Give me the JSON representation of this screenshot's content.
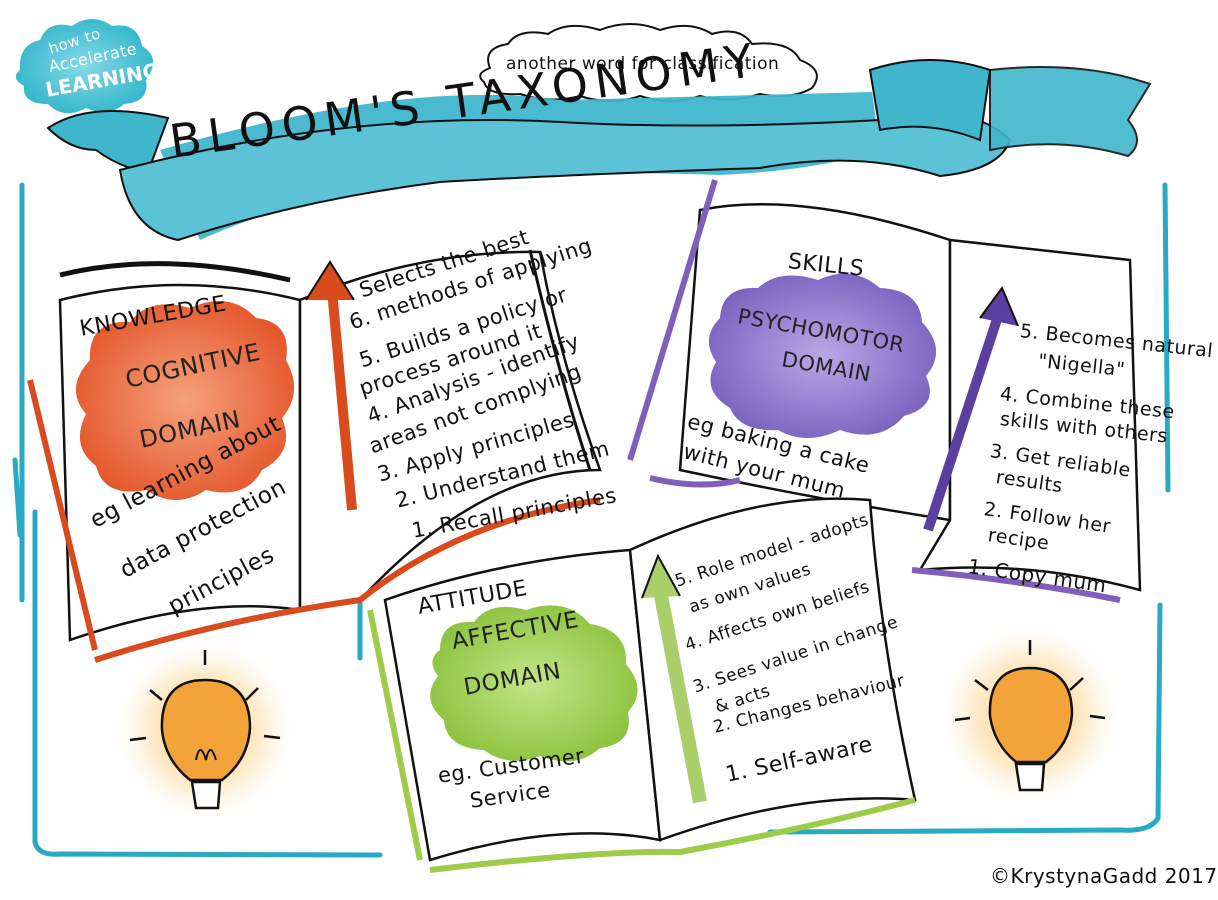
{
  "logo": {
    "line1": "how to",
    "line2": "Accelerate",
    "line3": "LEARNING"
  },
  "header": {
    "subtitle": "another word for classification",
    "title": "BLOOM'S TAXONOMY"
  },
  "cognitive": {
    "category": "KNOWLEDGE",
    "domain_line1": "COGNITIVE",
    "domain_line2": "DOMAIN",
    "example_line1": "eg learning about",
    "example_line2": "data protection",
    "example_line3": "principles",
    "steps": [
      "Selects the best",
      "6. methods of applying",
      "5. Builds a policy or",
      "process around it",
      "4. Analysis - identify",
      "areas not complying",
      "3. Apply principles",
      "2. Understand them",
      "1. Recall principles"
    ]
  },
  "psychomotor": {
    "category": "SKILLS",
    "domain_line1": "PSYCHOMOTOR",
    "domain_line2": "DOMAIN",
    "example_line1": "eg baking a cake",
    "example_line2": "with your mum",
    "steps": [
      "5. Becomes natural",
      "\"Nigella\"",
      "4. Combine these",
      "skills with others",
      "3. Get reliable",
      "results",
      "2. Follow her",
      "recipe",
      "1. Copy mum"
    ]
  },
  "affective": {
    "category": "ATTITUDE",
    "domain_line1": "AFFECTIVE",
    "domain_line2": "DOMAIN",
    "example_line1": "eg. Customer",
    "example_line2": "Service",
    "steps": [
      "5. Role model - adopts",
      "as own values",
      "4. Affects own beliefs",
      "3. Sees value in change",
      "& acts",
      "2. Changes behaviour",
      "1. Self-aware"
    ]
  },
  "credit": "©KrystynaGadd 2017",
  "colors": {
    "banner": "#3fb6cc",
    "teal_line": "#2aa9c2",
    "cognitive": "#e8683f",
    "cognitive_arrow": "#d94a1c",
    "psychomotor": "#8a74c8",
    "psychomotor_arrow": "#5a3f9e",
    "affective": "#9ccc4a",
    "affective_arrow": "#a9cf6a",
    "bulb": "#f2a33a"
  },
  "icons": [
    "lightbulb-icon",
    "cloud-icon",
    "arrow-up-icon",
    "book-icon",
    "ribbon-banner-icon"
  ]
}
